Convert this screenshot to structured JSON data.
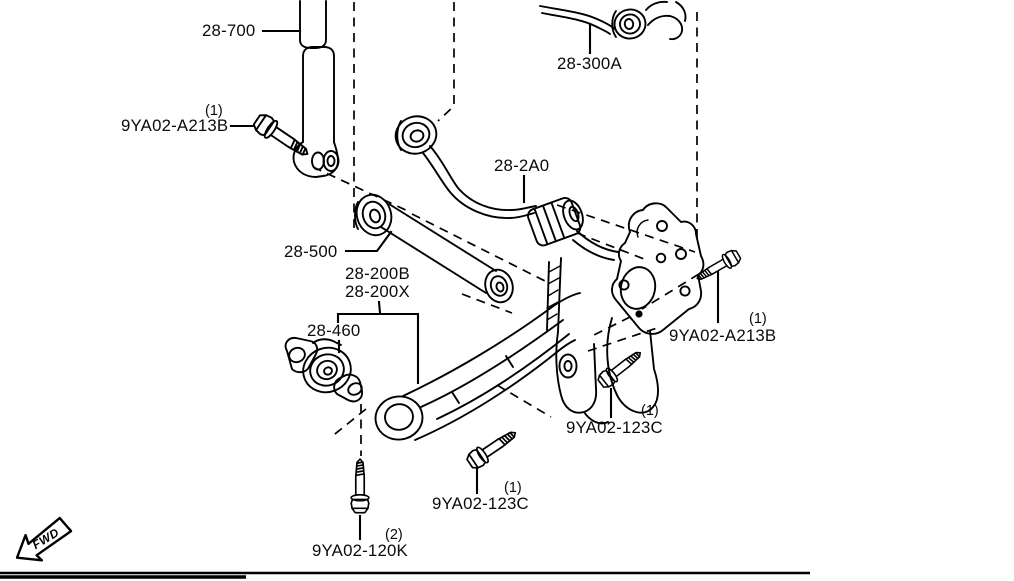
{
  "diagram": {
    "description": "Rear suspension exploded parts diagram",
    "fwd_label": "FWD",
    "colors": {
      "line": "#000000",
      "background": "#ffffff"
    },
    "labels": {
      "shock_absorber": "28-700",
      "stabilizer": "28-300A",
      "upper_arm": "28-2A0",
      "lateral_link": "28-500",
      "trailing_arm_b": "28-200B",
      "trailing_arm_x": "28-200X",
      "bushing": "28-460",
      "bolt_a213b_left": "9YA02-A213B",
      "bolt_a213b_left_qty": "(1)",
      "bolt_a213b_right": "9YA02-A213B",
      "bolt_a213b_right_qty": "(1)",
      "bolt_123c_upper": "9YA02-123C",
      "bolt_123c_upper_qty": "(1)",
      "bolt_123c_lower": "9YA02-123C",
      "bolt_123c_lower_qty": "(1)",
      "bolt_120k": "9YA02-120K",
      "bolt_120k_qty": "(2)"
    }
  }
}
